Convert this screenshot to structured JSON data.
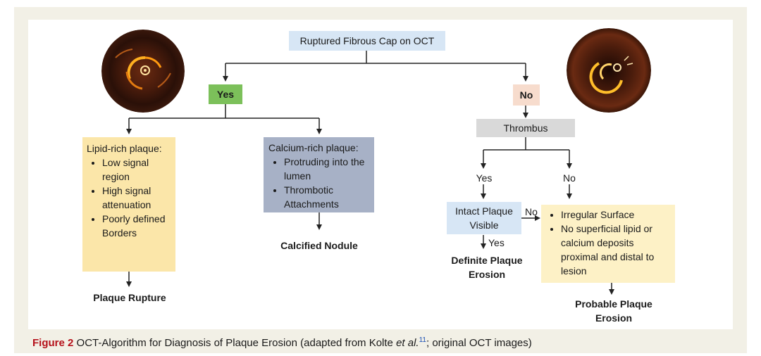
{
  "diagram": {
    "root": "Ruptured Fibrous Cap on OCT",
    "yes_label": "Yes",
    "no_label": "No",
    "lipid": {
      "title": "Lipid-rich plaque:",
      "items": [
        "Low signal region",
        "High signal attenuation",
        "Poorly defined Borders"
      ]
    },
    "calcium": {
      "title": "Calcium-rich plaque:",
      "items": [
        "Protruding into the lumen",
        "Thrombotic Attachments"
      ]
    },
    "plaque_rupture": "Plaque Rupture",
    "calcified_nodule": "Calcified Nodule",
    "thrombus": "Thrombus",
    "thrombus_yes": "Yes",
    "thrombus_no": "No",
    "intact": "Intact Plaque Visible",
    "intact_no": "No",
    "intact_yes": "Yes",
    "definite": "Definite Plaque Erosion",
    "irregular": {
      "items": [
        "Irregular Surface",
        "No superficial lipid or calcium deposits proximal and distal to lesion"
      ]
    },
    "probable": "Probable Plaque Erosion"
  },
  "caption": {
    "figure_label": "Figure 2",
    "text_before": " OCT-Algorithm for Diagnosis of Plaque Erosion (adapted from Kolte ",
    "et_al": "et al.",
    "ref": "11",
    "text_after": "; original OCT images)"
  },
  "colors": {
    "root_fill": "#d7e6f5",
    "yes_fill": "#7cc05a",
    "no_fill": "#f7dccd",
    "lipid_fill": "#fbe6a9",
    "calcium_fill": "#a7b1c6",
    "thrombus_fill": "#d9d9d9",
    "intact_fill": "#d7e6f5",
    "irregular_fill": "#fdf1c6",
    "caption_label": "#b5121b"
  }
}
